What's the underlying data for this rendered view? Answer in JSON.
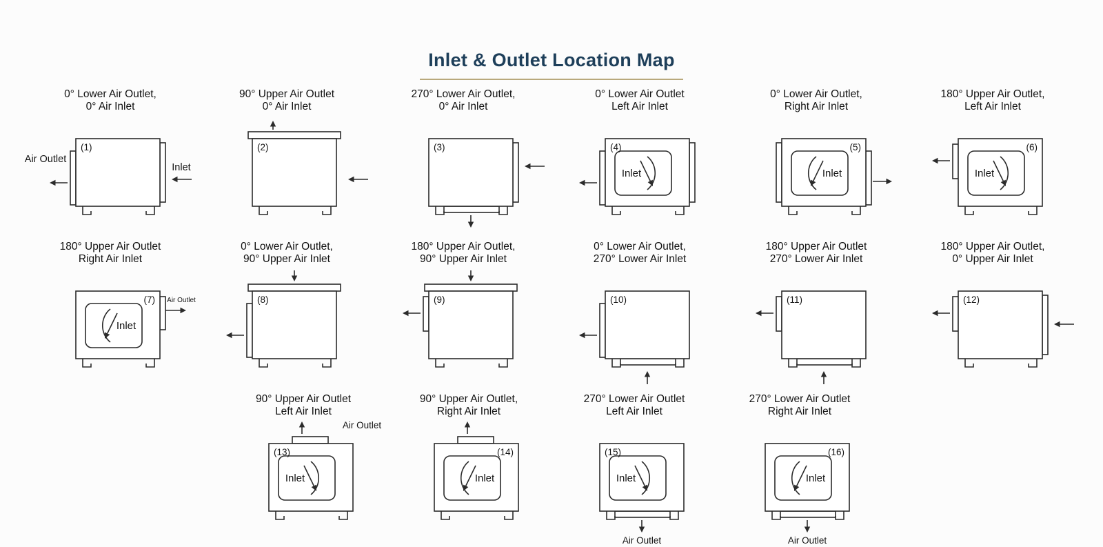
{
  "page": {
    "title": "Inlet & Outlet Location Map",
    "title_color": "#1e3f5a",
    "underline_color": "#b9a97c",
    "line_color": "#2b2b2b",
    "background": "#fcfcfc"
  },
  "units": [
    {
      "num": "(1)",
      "corner": "tl",
      "row": 1,
      "title1": "0° Lower Air Outlet,",
      "title2": "0° Air Inlet",
      "panels": [
        "left-side",
        "right-back"
      ],
      "front": null,
      "arrows": [
        "left-mid-out",
        "right-mid-in"
      ],
      "labels": [
        {
          "text": "Air Outlet",
          "pos": "left-upper"
        },
        {
          "text": "Inlet",
          "pos": "right-upper"
        }
      ]
    },
    {
      "num": "(2)",
      "corner": "tl",
      "row": 1,
      "title1": "90° Upper Air Outlet",
      "title2": "0° Air Inlet",
      "panels": [
        "top"
      ],
      "front": null,
      "arrows": [
        "top-tiny-out",
        "right-mid-in"
      ],
      "labels": []
    },
    {
      "num": "(3)",
      "corner": "tl",
      "row": 1,
      "title1": "270° Lower Air Outlet,",
      "title2": "0° Air Inlet",
      "panels": [
        "right-back",
        "bottom"
      ],
      "front": null,
      "arrows": [
        "right-top-in",
        "bottom-out"
      ],
      "labels": []
    },
    {
      "num": "(4)",
      "corner": "tl",
      "row": 1,
      "title1": "0° Lower Air Outlet",
      "title2": "Left Air Inlet",
      "panels": [
        "left-side",
        "right-back"
      ],
      "front": {
        "swirl": "right",
        "text": "Inlet"
      },
      "arrows": [
        "left-mid-out"
      ],
      "labels": []
    },
    {
      "num": "(5)",
      "corner": "tr",
      "row": 1,
      "title1": "0° Lower Air Outlet,",
      "title2": "Right Air Inlet",
      "panels": [
        "left-back",
        "right-side"
      ],
      "front": {
        "swirl": "left",
        "text": "Inlet"
      },
      "arrows": [
        "right-mid-out"
      ],
      "labels": []
    },
    {
      "num": "(6)",
      "corner": "tr",
      "row": 1,
      "title1": "180° Upper Air Outlet,",
      "title2": "Left Air Inlet",
      "panels": [
        "left-upper"
      ],
      "front": {
        "swirl": "right",
        "text": "Inlet"
      },
      "arrows": [
        "left-top-out"
      ],
      "labels": []
    },
    {
      "num": "(7)",
      "corner": "tr",
      "row": 2,
      "title1": "180° Upper Air Outlet",
      "title2": "Right Air Inlet",
      "panels": [
        "right-upper"
      ],
      "front": {
        "swirl": "left",
        "text": "Inlet"
      },
      "arrows": [
        "right-top-out"
      ],
      "labels": [
        {
          "text": "Air Outlet",
          "pos": "right-top-small"
        }
      ]
    },
    {
      "num": "(8)",
      "corner": "tl",
      "row": 2,
      "title1": "0° Lower Air Outlet,",
      "title2": "90° Upper Air Inlet",
      "panels": [
        "top",
        "left-side"
      ],
      "front": null,
      "arrows": [
        "top-in",
        "left-mid-out"
      ],
      "labels": []
    },
    {
      "num": "(9)",
      "corner": "tl",
      "row": 2,
      "title1": "180° Upper Air Outlet,",
      "title2": "90° Upper Air Inlet",
      "panels": [
        "top",
        "left-upper"
      ],
      "front": null,
      "arrows": [
        "top-in",
        "left-top-out"
      ],
      "labels": []
    },
    {
      "num": "(10)",
      "corner": "tl",
      "row": 2,
      "title1": "0° Lower Air Outlet,",
      "title2": "270° Lower Air Inlet",
      "panels": [
        "left-side",
        "bottom"
      ],
      "front": null,
      "arrows": [
        "left-mid-out",
        "bottom-in"
      ],
      "labels": []
    },
    {
      "num": "(11)",
      "corner": "tl",
      "row": 2,
      "title1": "180° Upper Air Outlet",
      "title2": "270° Lower Air Inlet",
      "panels": [
        "left-upper",
        "bottom"
      ],
      "front": null,
      "arrows": [
        "left-top-out",
        "bottom-in"
      ],
      "labels": []
    },
    {
      "num": "(12)",
      "corner": "tl",
      "row": 2,
      "title1": "180° Upper Air Outlet,",
      "title2": "0° Upper Air Inlet",
      "panels": [
        "left-upper",
        "right-back"
      ],
      "front": null,
      "arrows": [
        "left-top-out",
        "right-upper-in"
      ],
      "labels": []
    },
    {
      "num": "(13)",
      "corner": "tl",
      "row": 3,
      "title1": "90° Upper Air Outlet",
      "title2": "Left Air Inlet",
      "panels": [
        "top-small"
      ],
      "front": {
        "swirl": "right",
        "text": "Inlet"
      },
      "arrows": [
        "top-out"
      ],
      "labels": [
        {
          "text": "Air Outlet",
          "pos": "top-right"
        }
      ]
    },
    {
      "num": "(14)",
      "corner": "tr",
      "row": 3,
      "title1": "90° Upper Air Outlet,",
      "title2": "Right Air Inlet",
      "panels": [
        "top-small"
      ],
      "front": {
        "swirl": "left",
        "text": "Inlet"
      },
      "arrows": [
        "top-out"
      ],
      "labels": []
    },
    {
      "num": "(15)",
      "corner": "tl",
      "row": 3,
      "title1": "270° Lower Air Outlet",
      "title2": "Left Air Inlet",
      "panels": [
        "bottom"
      ],
      "front": {
        "swirl": "right",
        "text": "Inlet"
      },
      "arrows": [
        "bottom-out"
      ],
      "labels": [
        {
          "text": "Air Outlet",
          "pos": "bottom"
        }
      ]
    },
    {
      "num": "(16)",
      "corner": "tr",
      "row": 3,
      "title1": "270° Lower Air Outlet",
      "title2": "Right Air Inlet",
      "panels": [
        "bottom"
      ],
      "front": {
        "swirl": "left",
        "text": "Inlet"
      },
      "arrows": [
        "bottom-out"
      ],
      "labels": [
        {
          "text": "Air Outlet",
          "pos": "bottom"
        }
      ]
    }
  ]
}
